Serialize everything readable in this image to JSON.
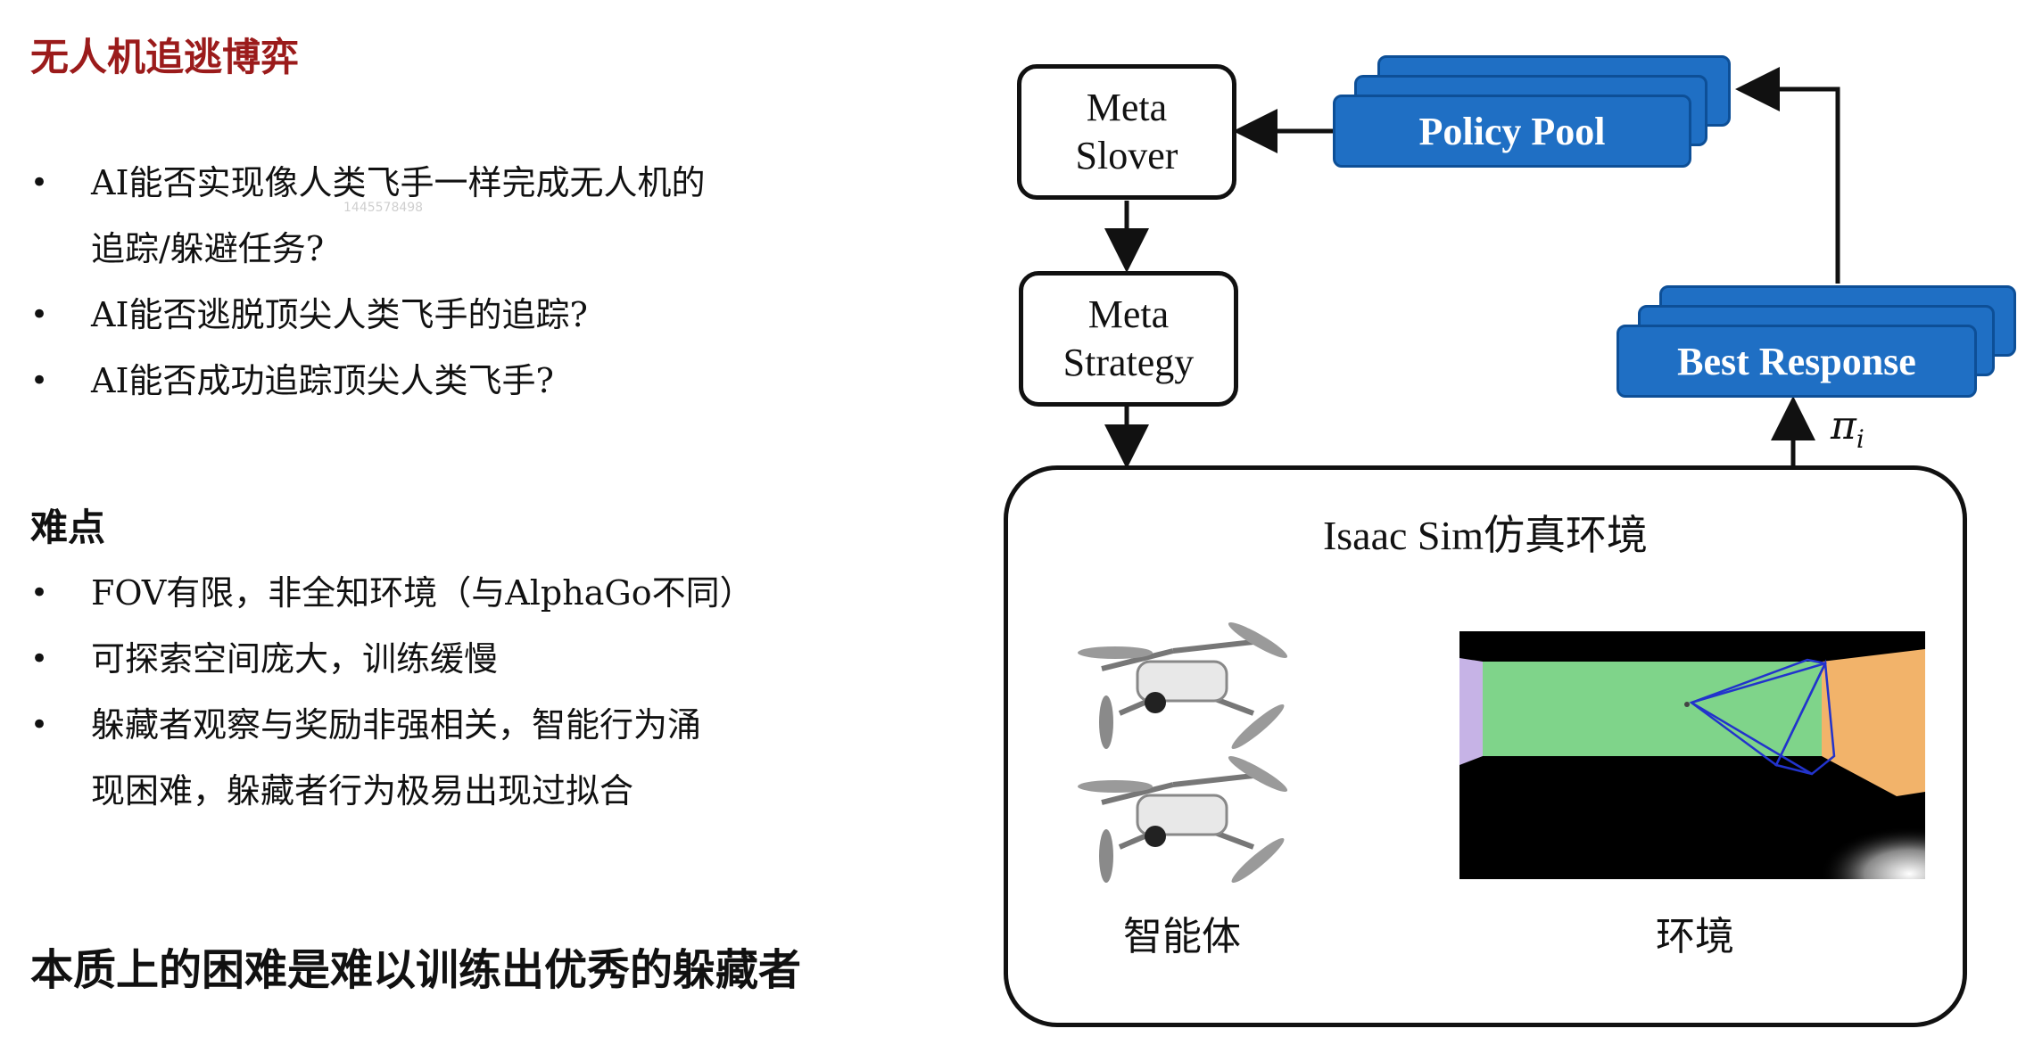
{
  "title": "无人机追逃博弈",
  "questions": [
    "AI能否实现像人类飞手一样完成无人机的",
    "追踪/躲避任务?",
    "AI能否逃脱顶尖人类飞手的追踪?",
    "AI能否成功追踪顶尖人类飞手?"
  ],
  "difficulty_heading": "难点",
  "difficulties": [
    "FOV有限，非全知环境（与AlphaGo不同）",
    "可探索空间庞大，训练缓慢",
    "躲藏者观察与奖励非强相关，智能行为涌",
    "现困难，躲藏者行为极易出现过拟合"
  ],
  "conclusion": "本质上的困难是难以训练出优秀的躲藏者",
  "watermark": "1445578498",
  "diagram": {
    "meta_solver": [
      "Meta",
      "Slover"
    ],
    "meta_strategy": [
      "Meta",
      "Strategy"
    ],
    "policy_pool": "Policy Pool",
    "best_response": "Best Response",
    "pi_label": "π",
    "pi_subscript": "i",
    "sim_title": "Isaac Sim仿真环境",
    "agent_label": "智能体",
    "env_label": "环境"
  },
  "colors": {
    "title": "#9b1b1b",
    "stack_blue": "#1f6fc4",
    "env_green": "#7fd48a",
    "env_orange": "#f2b36a",
    "env_purple": "#c6b3e6",
    "camera_frustum": "#2233cc"
  }
}
